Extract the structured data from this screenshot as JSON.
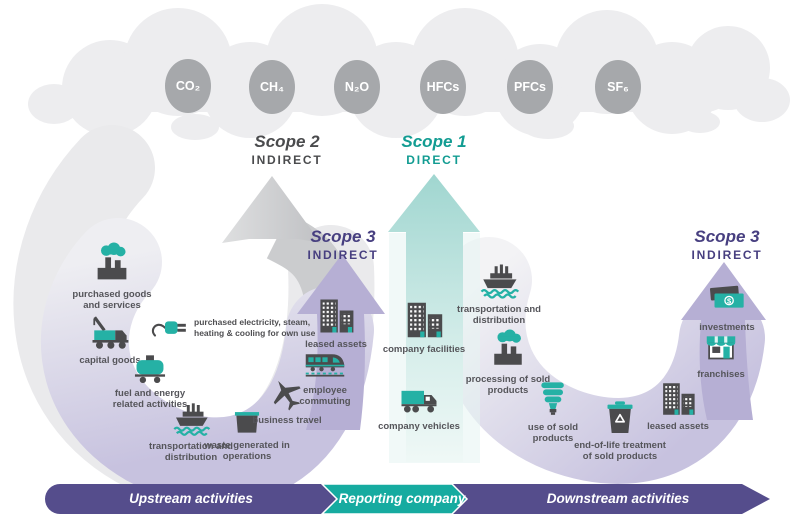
{
  "gases": [
    "CO₂",
    "CH₄",
    "N₂O",
    "HFCs",
    "PFCs",
    "SF₆"
  ],
  "scopes": {
    "scope2": {
      "title": "Scope 2",
      "subtitle": "INDIRECT"
    },
    "scope1": {
      "title": "Scope 1",
      "subtitle": "DIRECT"
    },
    "scope3_upstream": {
      "title": "Scope 3",
      "subtitle": "INDIRECT"
    },
    "scope3_downstream": {
      "title": "Scope 3",
      "subtitle": "INDIRECT"
    }
  },
  "upstream": {
    "purchased_goods": "purchased goods and services",
    "electricity_note": "purchased electricity, steam,\nheating & cooling for own use",
    "capital_goods": "capital goods",
    "fuel_energy": "fuel and energy related activities",
    "transportation": "transportation and distribution",
    "waste": "waste generated in operations",
    "business_travel": "business travel",
    "employee_commuting": "employee commuting",
    "leased_assets": "leased assets"
  },
  "reporting_company": {
    "facilities": "company facilities",
    "vehicles": "company vehicles"
  },
  "downstream": {
    "transportation": "transportation and distribution",
    "processing": "processing of sold products",
    "use_of_sold": "use of sold products",
    "end_of_life": "end-of-life treatment of sold products",
    "leased_assets": "leased assets",
    "franchises": "franchises",
    "investments": "investments"
  },
  "footer": {
    "upstream": "Upstream activities",
    "company": "Reporting company",
    "downstream": "Downstream activities"
  },
  "colors": {
    "teal_icon": "#25b1a5",
    "dark_gray_icon": "#4b4b4d",
    "lavender_crescent": "#c7c2df",
    "purple_arrow": "#b6afd4",
    "gray_arrow": "#c6c7c9",
    "teal_arrow": "#a0d6d0",
    "cloud_gray": "#ededef",
    "gas_circle_gray": "#a6a8ab",
    "footer_purple": "#554d8c",
    "footer_teal": "#16aba0"
  }
}
